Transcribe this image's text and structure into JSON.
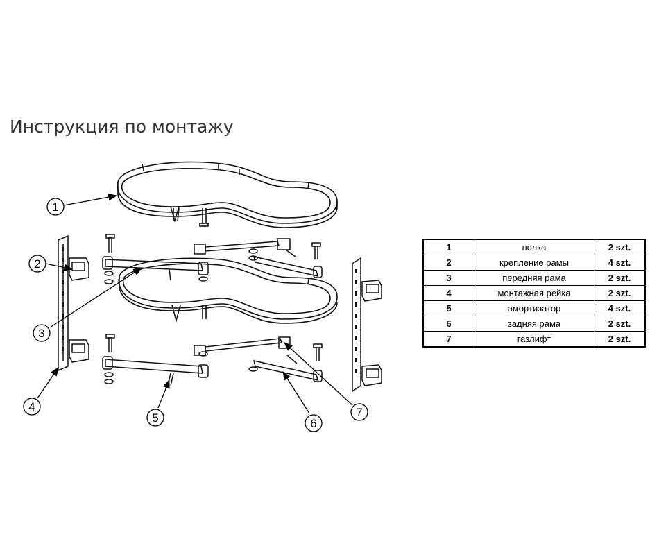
{
  "title": "Инструкция по монтажу",
  "callouts": [
    "1",
    "2",
    "3",
    "4",
    "5",
    "6",
    "7"
  ],
  "parts": [
    {
      "num": "1",
      "name": "полка",
      "qty": "2 szt."
    },
    {
      "num": "2",
      "name": "крепление рамы",
      "qty": "4 szt."
    },
    {
      "num": "3",
      "name": "передняя рама",
      "qty": "2 szt."
    },
    {
      "num": "4",
      "name": "монтажная рейка",
      "qty": "2 szt."
    },
    {
      "num": "5",
      "name": "амортизатор",
      "qty": "4 szt."
    },
    {
      "num": "6",
      "name": "задняя рама",
      "qty": "2 szt."
    },
    {
      "num": "7",
      "name": "газлифт",
      "qty": "2 szt."
    }
  ]
}
